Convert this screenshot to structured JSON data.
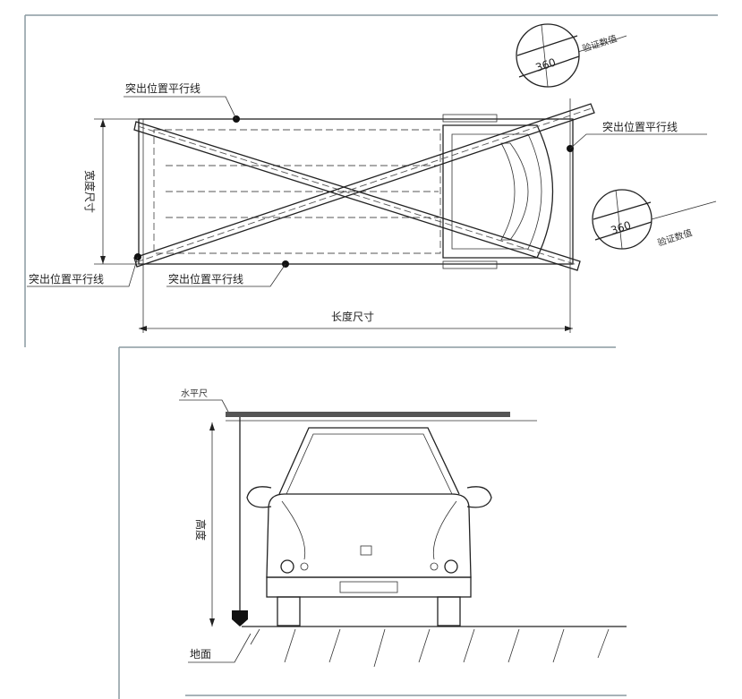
{
  "top_view": {
    "parallel_line_labels": [
      "突出位置平行线",
      "突出位置平行线",
      "突出位置平行线",
      "突出位置平行线"
    ],
    "width_label": "宽度尺寸",
    "length_label": "长度尺寸",
    "gauges": [
      {
        "value": "360",
        "label": "验证数值"
      },
      {
        "value": "360",
        "label": "验证数值"
      }
    ]
  },
  "front_view": {
    "level_label": "水平尺",
    "height_label": "高度",
    "ground_label": "地面"
  }
}
